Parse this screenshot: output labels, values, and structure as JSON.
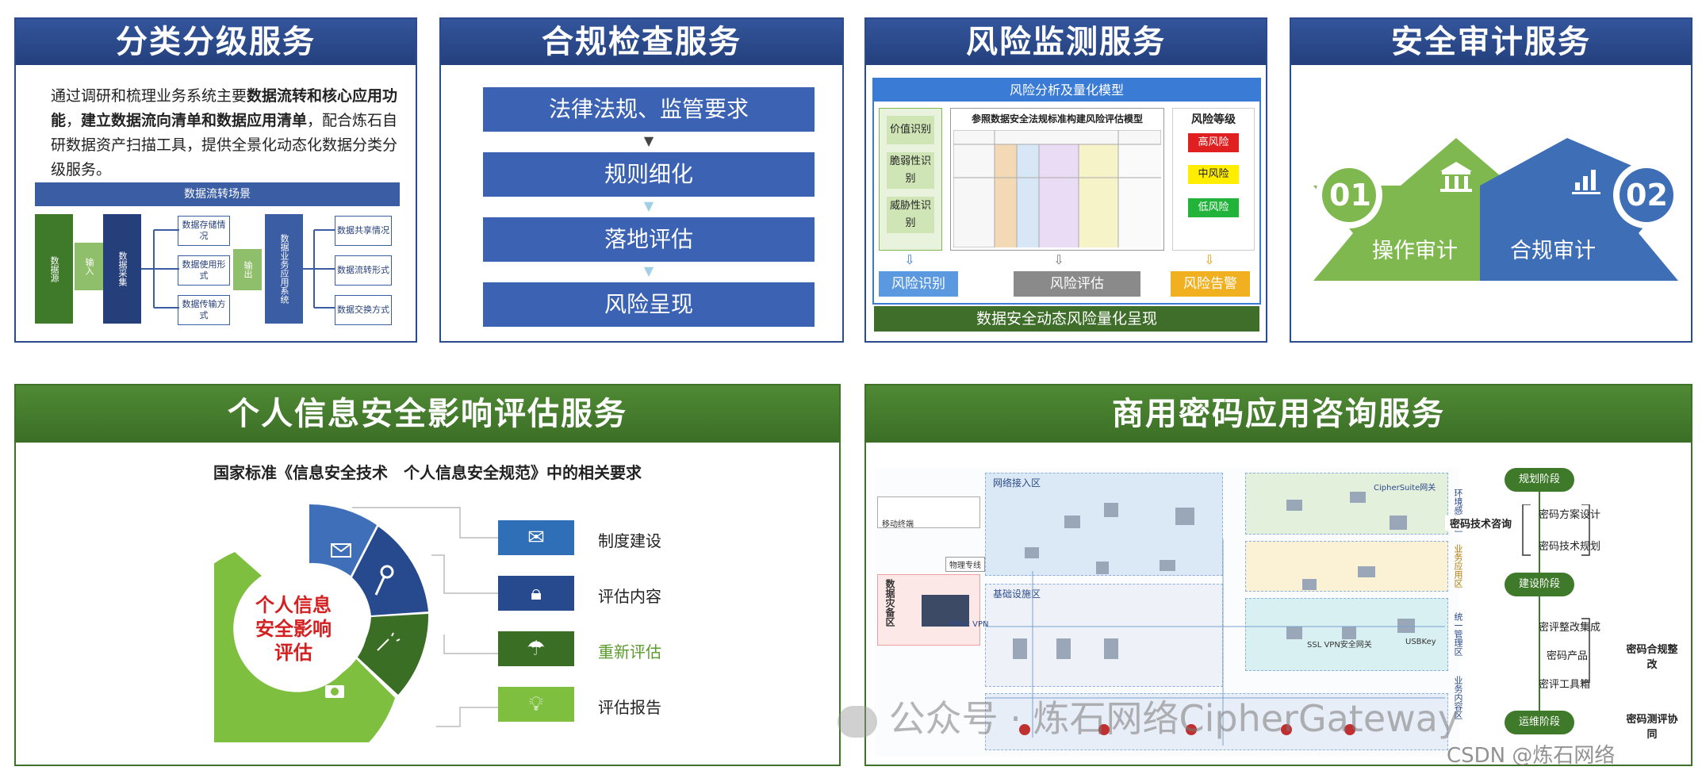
{
  "panels": {
    "classify": {
      "title": "分类分级服务",
      "intro_a": "通过调研和梳理业务系统主要",
      "intro_b": "数据流转和核心应用功能",
      "intro_c": "，",
      "intro_d": "建立数据流向清单和数据应用清单",
      "intro_e": "，配合炼石自研数据资产扫描工具，提供全景化动态化数据分类分级服务。",
      "flow_title": "数据流转场景",
      "source": "数据源",
      "input": "输入",
      "collect": "数据采集",
      "left_items": [
        "数据存储情况",
        "数据使用形式",
        "数据传输方式"
      ],
      "output": "输出",
      "business": "数据业务应用系统",
      "right_items": [
        "数据共享情况",
        "数据流转形式",
        "数据交换方式"
      ]
    },
    "compliance": {
      "title": "合规检查服务",
      "steps": [
        "法律法规、监管要求",
        "规则细化",
        "落地评估",
        "风险呈现"
      ]
    },
    "risk": {
      "title": "风险监测服务",
      "model_title": "风险分析及量化模型",
      "left_items": [
        "价值识别",
        "脆弱性识别",
        "威胁性识别"
      ],
      "table_title": "参照数据安全法规标准构建风险评估模型",
      "levels_title": "风险等级",
      "levels": [
        "高风险",
        "中风险",
        "低风险"
      ],
      "bottom": [
        "风险识别",
        "风险评估",
        "风险告警"
      ],
      "footer": "数据安全动态风险量化呈现"
    },
    "audit": {
      "title": "安全审计服务",
      "num1": "01",
      "num2": "02",
      "item1": "操作审计",
      "item2": "合规审计"
    },
    "pia": {
      "title": "个人信息安全影响评估服务",
      "subtitle": "国家标准《信息安全技术　个人信息安全规范》中的相关要求",
      "center": "个人信息安全影响评估",
      "items": [
        "制度建设",
        "评估内容",
        "重新评估",
        "评估报告"
      ]
    },
    "crypto": {
      "title": "商用密码应用咨询服务",
      "zones": [
        "网络接入区",
        "基础设施区",
        "环境感知区",
        "业务应用区",
        "统一管理区",
        "业务内容区"
      ],
      "data_zone": "数据灾备区",
      "stages": [
        "规划阶段",
        "建设阶段",
        "运维阶段"
      ],
      "stage1_items": [
        "密码方案设计",
        "密码技术规划"
      ],
      "stage1_side": "密码技术咨询",
      "stage2_items": [
        "密评整改集成",
        "密码产品",
        "密评工具箱"
      ],
      "stage2_side": "密码合规整改",
      "stage3_side": "密码测评协同",
      "labels": [
        "物理专线",
        "IPSec VPN",
        "SSL VPN安全网关",
        "USBKey",
        "移动终端",
        "CipherSuite网关"
      ]
    }
  },
  "watermark": {
    "wechat": "公众号 · 炼石网络CipherGateway",
    "csdn": "CSDN @炼石网络"
  },
  "colors": {
    "blue": "#2c4a8c",
    "green": "#3e7229",
    "light_green": "#7fb84e",
    "red": "#d42020"
  }
}
